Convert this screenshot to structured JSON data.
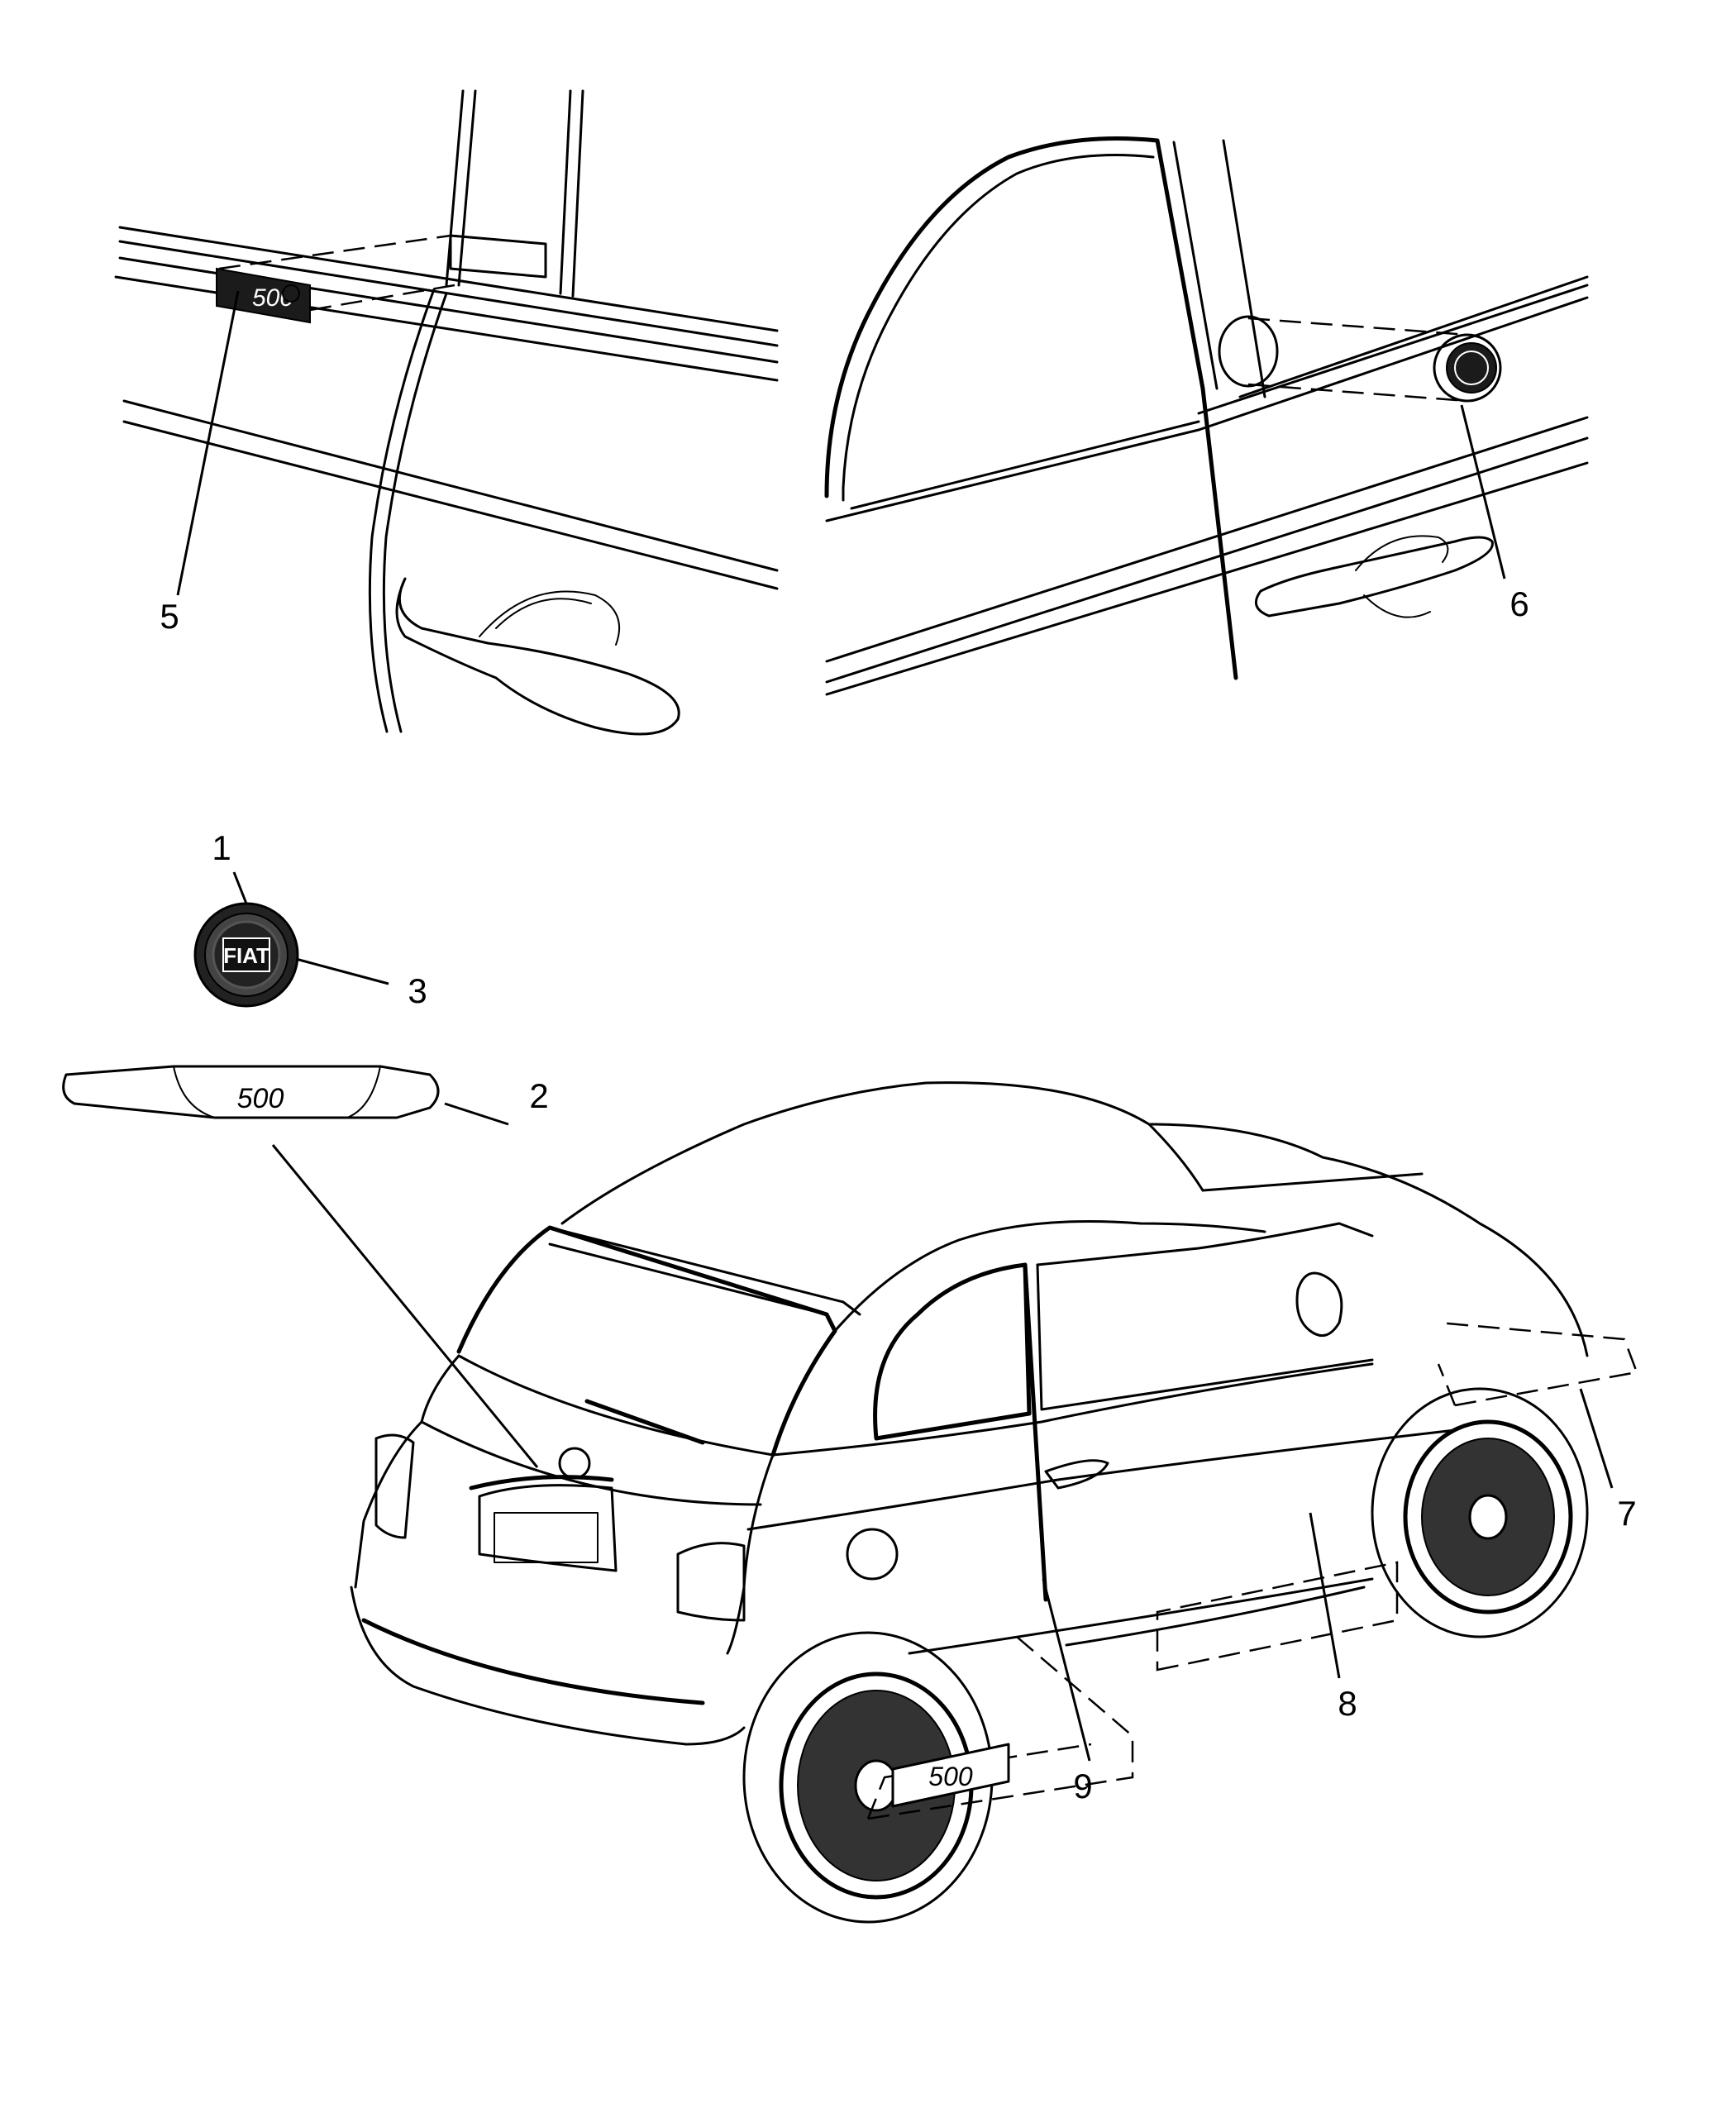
{
  "diagram": {
    "callouts": [
      {
        "id": "1",
        "label": "1"
      },
      {
        "id": "2",
        "label": "2"
      },
      {
        "id": "3",
        "label": "3"
      },
      {
        "id": "5",
        "label": "5"
      },
      {
        "id": "6",
        "label": "6"
      },
      {
        "id": "7",
        "label": "7"
      },
      {
        "id": "8",
        "label": "8"
      },
      {
        "id": "9",
        "label": "9"
      }
    ],
    "badges": {
      "roundel_text": "FIAT",
      "script_text": "500"
    }
  }
}
